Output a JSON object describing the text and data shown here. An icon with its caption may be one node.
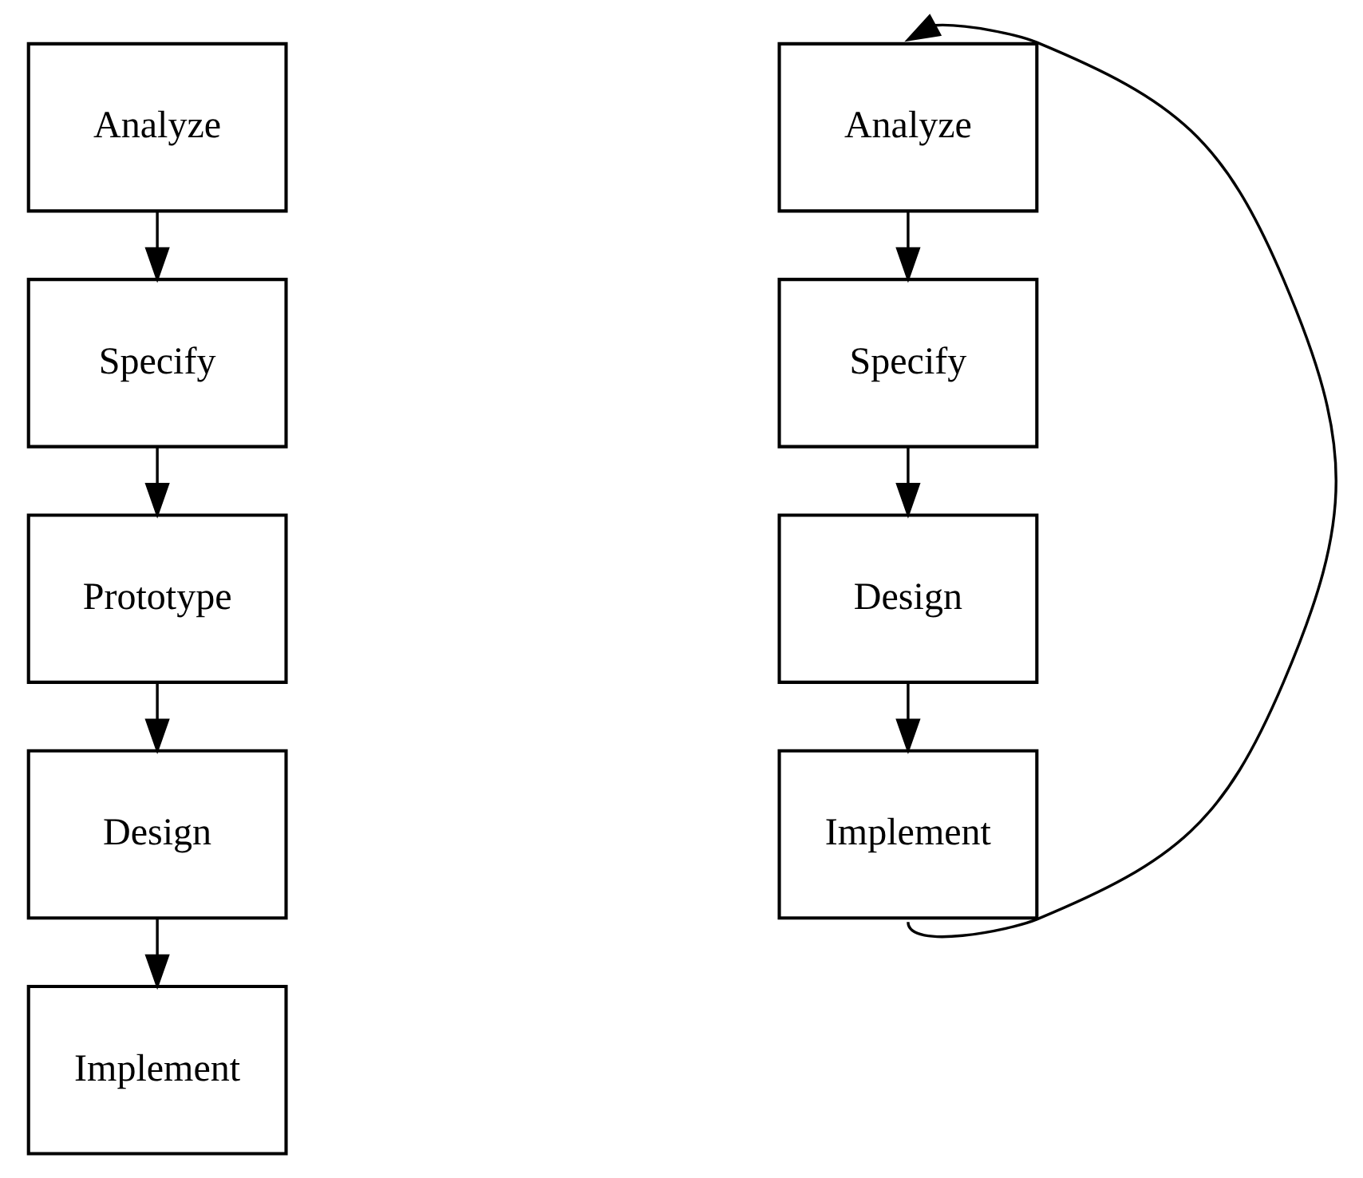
{
  "diagram": {
    "nodes": [
      {
        "text": [
          "Analyze"
        ]
      },
      {
        "text": [
          "Specify"
        ]
      },
      {
        "text": [
          "Prototype"
        ]
      },
      {
        "text": [
          "Design"
        ]
      },
      {
        "text": [
          "Implement"
        ]
      },
      {
        "text": [
          "Analyze"
        ]
      },
      {
        "text": [
          "Specify"
        ]
      },
      {
        "text": [
          "Design"
        ]
      },
      {
        "text": [
          "Implement"
        ]
      }
    ],
    "edges": [
      {
        "from": 0,
        "to": 1,
        "arrow": "to"
      },
      {
        "from": 1,
        "to": 2,
        "arrow": "to"
      },
      {
        "from": 2,
        "to": 3,
        "arrow": "to"
      },
      {
        "from": 3,
        "to": 4,
        "arrow": "to"
      },
      {
        "from": 5,
        "to": 6,
        "arrow": "to"
      },
      {
        "from": 6,
        "to": 7,
        "arrow": "to"
      },
      {
        "from": 7,
        "to": 8,
        "arrow": "to"
      },
      {
        "from": 8,
        "to": 5,
        "arrow": "to"
      }
    ]
  }
}
